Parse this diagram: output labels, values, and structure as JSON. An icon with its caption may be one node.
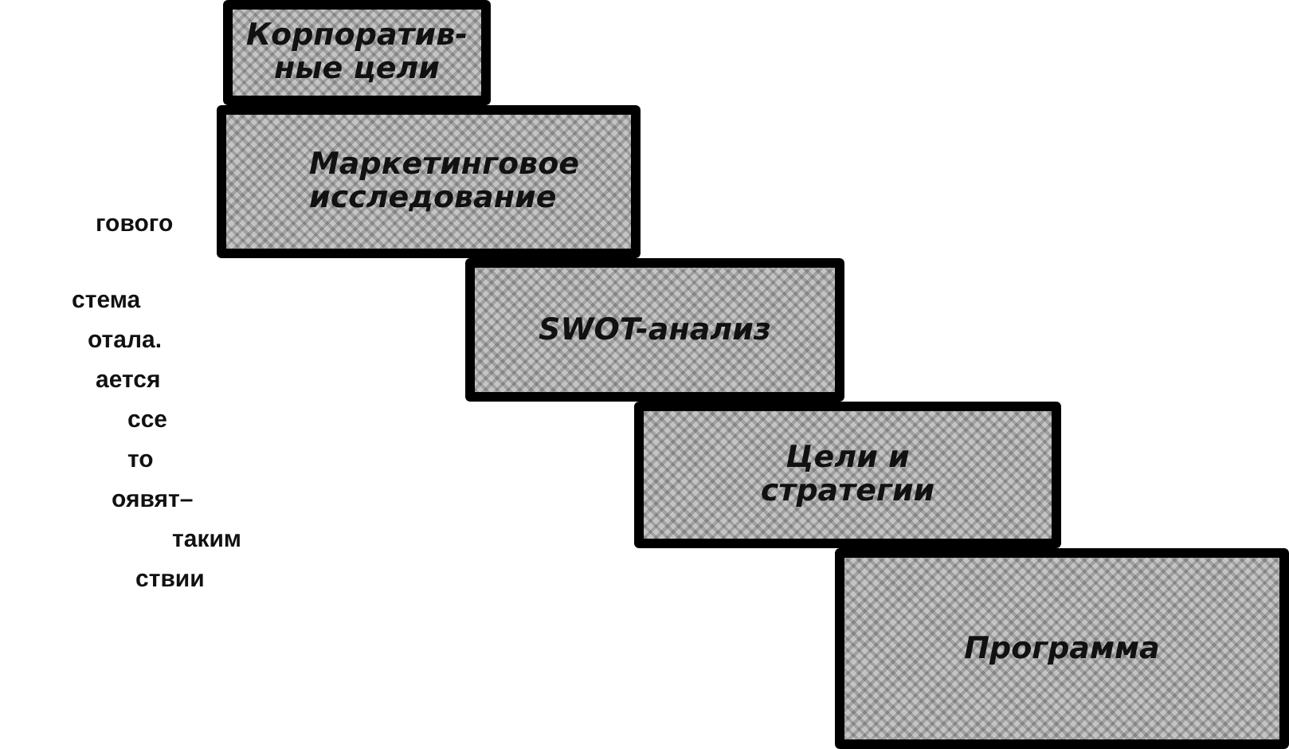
{
  "diagram": {
    "nodes": [
      {
        "text": [
          "Корпоратив- ные цели"
        ]
      },
      {
        "text": [
          "Маркетинговое исследование"
        ]
      },
      {
        "text": [
          "SWOT-анализ"
        ]
      },
      {
        "text": [
          "Цели и стратегии"
        ]
      },
      {
        "text": [
          "Программа"
        ]
      }
    ],
    "edges": [],
    "labels": [
      "гового",
      "стема",
      "отала.",
      "ается",
      "ссе",
      "то",
      "оявят–",
      "таким",
      "ствии"
    ]
  }
}
